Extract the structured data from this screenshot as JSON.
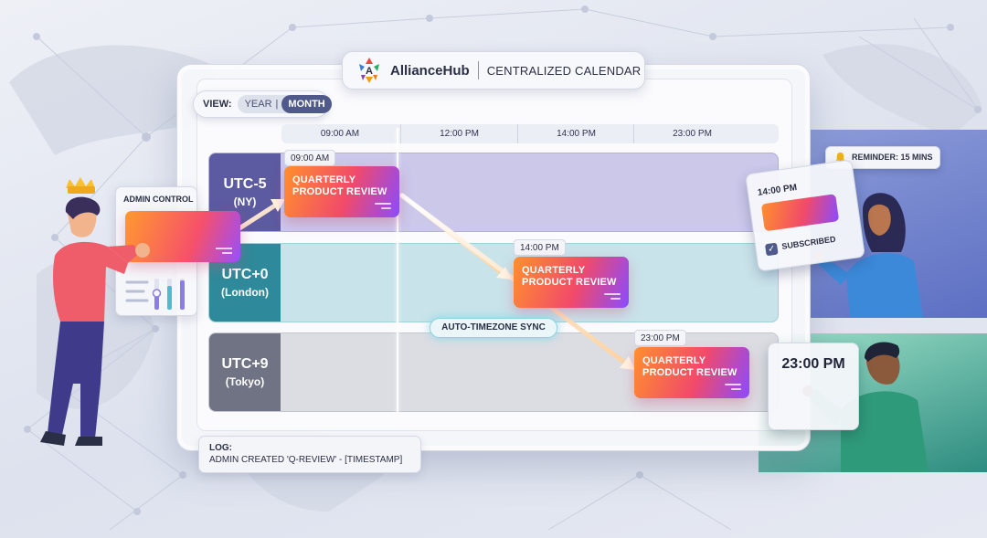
{
  "header": {
    "brand": "AllianceHub",
    "title": "CENTRALIZED CALENDAR",
    "logo_icon": "alliancehub-logo-icon"
  },
  "view_toggle": {
    "label": "VIEW:",
    "options": [
      "YEAR",
      "MONTH"
    ],
    "divider": "|",
    "selected": "MONTH"
  },
  "timeline": {
    "columns": [
      "09:00 AM",
      "12:00 PM",
      "14:00 PM",
      "23:00 PM"
    ]
  },
  "timezones": [
    {
      "code": "UTC-5",
      "city": "(NY)",
      "color": "#5c5aa0"
    },
    {
      "code": "UTC+0",
      "city": "(London)",
      "color": "#2e8a9a"
    },
    {
      "code": "UTC+9",
      "city": "(Tokyo)",
      "color": "#6f7384"
    }
  ],
  "events": [
    {
      "time": "09:00 AM",
      "title_line1": "QUARTERLY",
      "title_line2": "PRODUCT REVIEW"
    },
    {
      "time": "14:00 PM",
      "title_line1": "QUARTERLY",
      "title_line2": "PRODUCT REVIEW"
    },
    {
      "time": "23:00 PM",
      "title_line1": "QUARTERLY",
      "title_line2": "PRODUCT REVIEW"
    }
  ],
  "sync_label": "AUTO-TIMEZONE SYNC",
  "log": {
    "title": "LOG:",
    "entry": "ADMIN CREATED 'Q-REVIEW' - [TIMESTAMP]"
  },
  "admin": {
    "label": "ADMIN CONTROL"
  },
  "reminder": {
    "label": "REMINDER: 15 MINS",
    "icon": "bell-icon"
  },
  "subscriber": {
    "time": "14:00 PM",
    "status": "SUBSCRIBED",
    "check_icon": "checkbox-checked-icon"
  },
  "tokyo_user": {
    "time": "23:00 PM"
  },
  "colors": {
    "accent": "#4f5a8a",
    "event_gradient_start": "#ff8f2d",
    "event_gradient_mid": "#f14a6a",
    "event_gradient_end": "#8a4bff",
    "sync_glow": "#8fd3e0"
  }
}
